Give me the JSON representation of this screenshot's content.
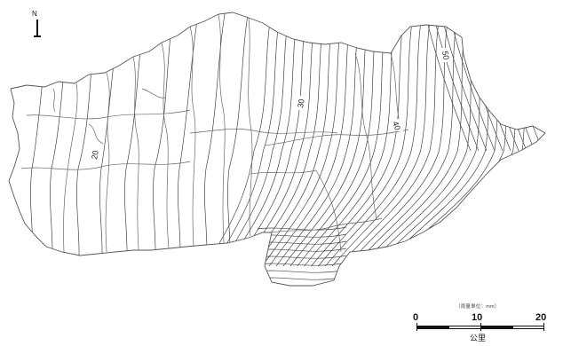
{
  "contour_labels": [
    {
      "id": "label-20",
      "text": "20"
    },
    {
      "id": "label-30",
      "text": "30"
    },
    {
      "id": "label-40",
      "text": "40"
    },
    {
      "id": "label-50",
      "text": "50"
    }
  ],
  "north_arrow": {
    "letter": "N"
  },
  "scale_bar": {
    "unit_note": "（雨量単位：mm）",
    "ticks": [
      "0",
      "10",
      "20"
    ],
    "unit_label": "公里"
  },
  "colors": {
    "boundary": "#555555",
    "isoline": "#444444",
    "background": "#ffffff"
  }
}
